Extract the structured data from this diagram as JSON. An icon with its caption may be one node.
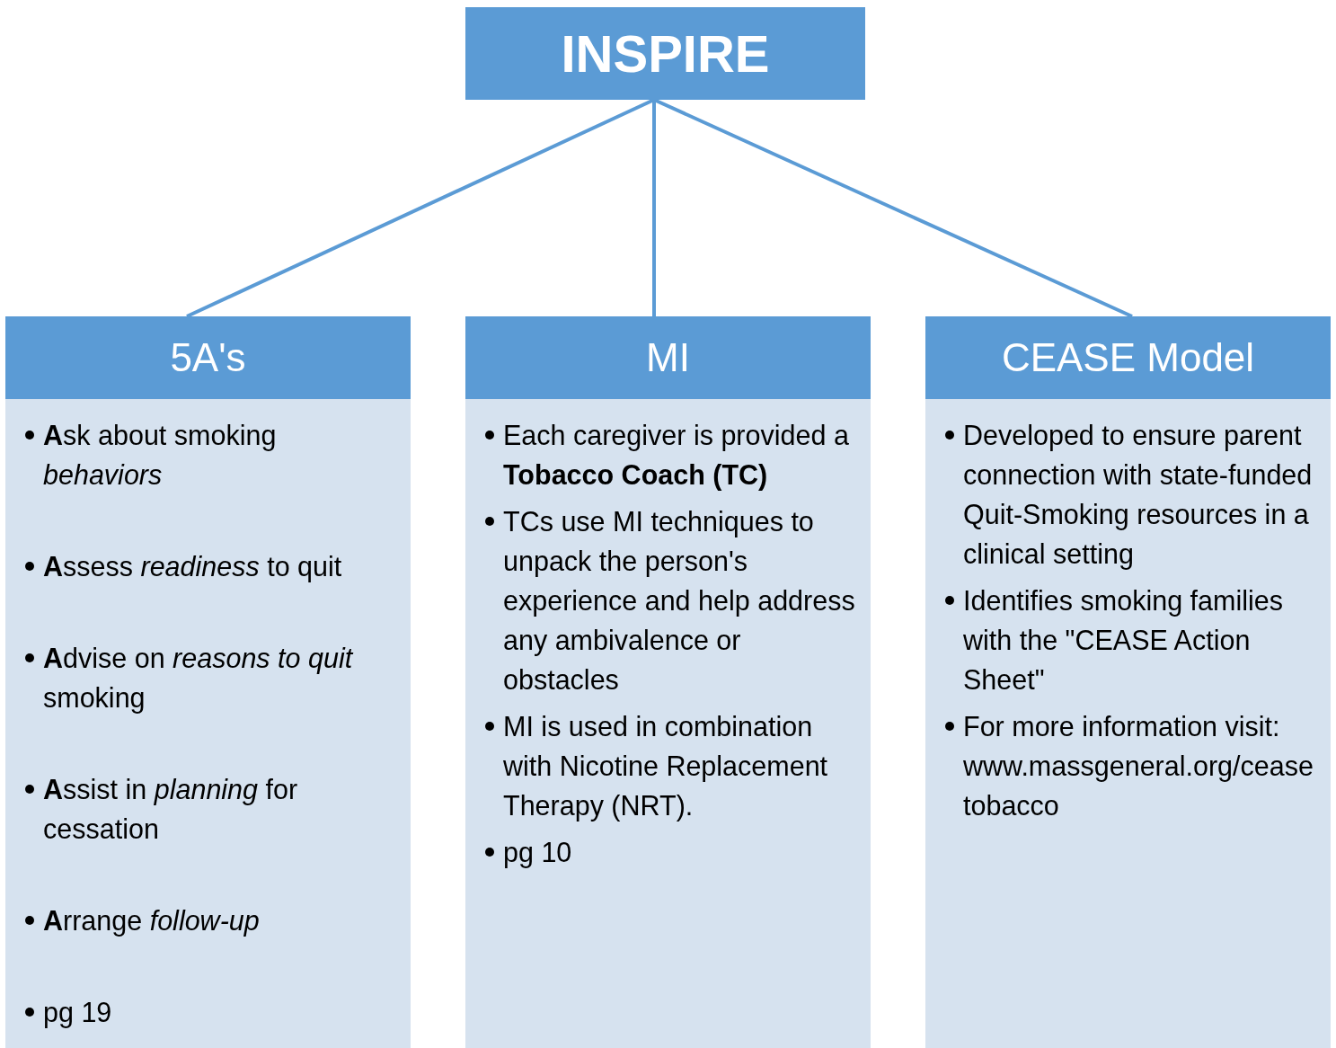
{
  "diagram": {
    "nodes": [
      {
        "text": [
          "INSPIRE"
        ]
      },
      {
        "text": [
          "5A's",
          "**A**sk about smoking *behaviors*",
          "**A**ssess *readiness* to quit",
          "**A**dvise on *reasons to quit* smoking",
          "**A**ssist in *planning* for cessation",
          "**A**rrange *follow-up*",
          "pg 19"
        ]
      },
      {
        "text": [
          "MI",
          "Each caregiver is provided a **Tobacco Coach (TC)**",
          "TCs use MI techniques to unpack the person's experience and help address any ambivalence or obstacles",
          "MI is used in combination with Nicotine Replacement Therapy (NRT).",
          "pg 10"
        ]
      },
      {
        "text": [
          "CEASE Model",
          "Developed to ensure parent connection with state-funded Quit-Smoking resources in a clinical setting",
          "Identifies smoking families with the \"CEASE Action Sheet\"",
          "For more information visit: www.massgeneral.org/ceasetobacco"
        ]
      }
    ],
    "edges": [
      {
        "from": 0,
        "to": 1,
        "arrow": "none"
      },
      {
        "from": 0,
        "to": 2,
        "arrow": "none"
      },
      {
        "from": 0,
        "to": 3,
        "arrow": "none"
      }
    ]
  }
}
